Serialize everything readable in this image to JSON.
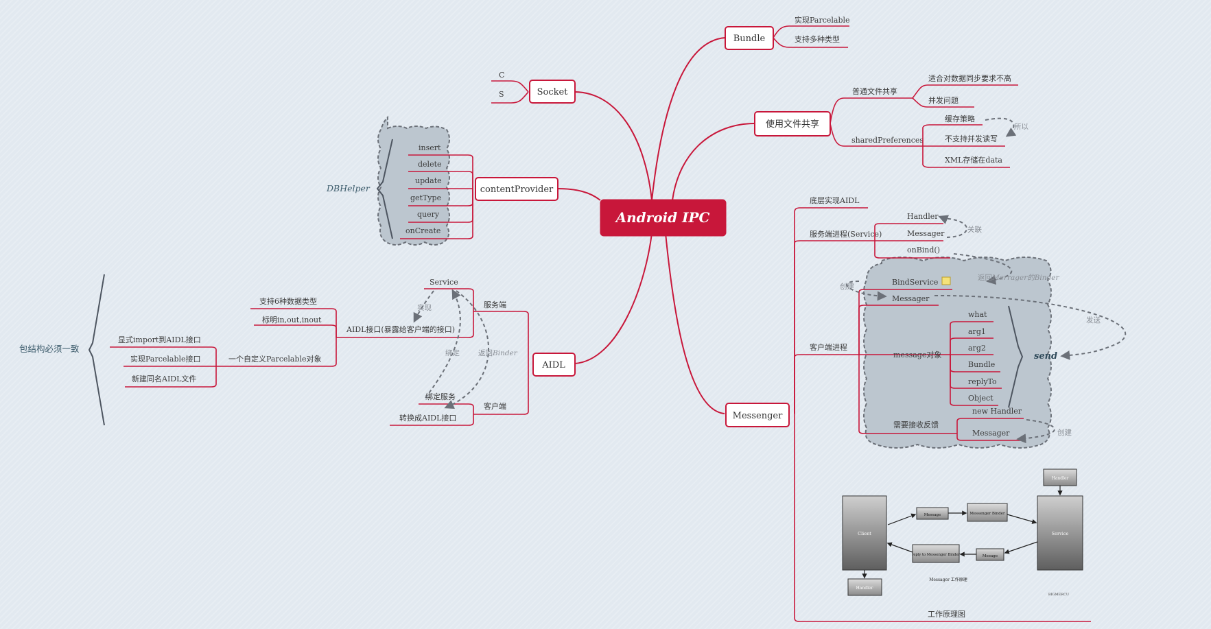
{
  "root": "Android IPC",
  "bundle": {
    "title": "Bundle",
    "items": [
      "实现Parcelable",
      "支持多种类型"
    ]
  },
  "file_share": {
    "title": "使用文件共享",
    "normal": "普通文件共享",
    "normal_items": [
      "适合对数据同步要求不高",
      "并发问题"
    ],
    "sp": "sharedPreferences",
    "sp_items": [
      "缓存策略",
      "不支持并发读写",
      "XML存储在data"
    ],
    "sp_note": "所以"
  },
  "socket": {
    "title": "Socket",
    "items": [
      "C",
      "S"
    ]
  },
  "content_provider": {
    "title": "contentProvider",
    "items": [
      "insert",
      "delete",
      "update",
      "getType",
      "query",
      "onCreate"
    ],
    "brace_label": "DBHelper"
  },
  "aidl": {
    "title": "AIDL",
    "server": "服务端",
    "client": "客户端",
    "service": "Service",
    "interface": "AIDL接口(暴露给客户端的接口)",
    "interface_items": [
      "支持6种数据类型",
      "标明in,out,inout",
      "一个自定义Parcelable对象"
    ],
    "parcelable_items": [
      "显式import到AIDL接口",
      "实现Parcelable接口",
      "新建同名AIDL文件"
    ],
    "brace_label": "包结构必须一致",
    "bind_service": "绑定服务",
    "convert": "转换成AIDL接口",
    "impl_note": "实现",
    "bind_note": "绑定",
    "return_note_a": "返回",
    "return_note_b": "Binder"
  },
  "messenger": {
    "title": "Messenger",
    "bottom_aidl": "底层实现AIDL",
    "server_process": "服务端进程(Service)",
    "server_items": [
      "Handler",
      "Messager",
      "onBind()"
    ],
    "relate_note": "关联",
    "return_note_a": "返回",
    "return_note_b": "Merrager的Binder",
    "client_process": "客户端进程",
    "bind_service": "BindService",
    "messager": "Messager",
    "create_note": "创建",
    "send_note": "发送",
    "message_obj": "message对象",
    "message_items": [
      "what",
      "arg1",
      "arg2",
      "Bundle",
      "replyTo",
      "Object"
    ],
    "send": "send",
    "feedback": "需要接收反馈",
    "feedback_items": [
      "new Handler",
      "Messager"
    ],
    "feedback_note": "创建",
    "principle": "工作原理图",
    "diagram": {
      "client": "Client",
      "service": "Service",
      "handler_top": "Handler",
      "handler_bottom": "Handler",
      "message": "Message",
      "messenger_binder": "Messenger Binder",
      "reply_binder": "reply to Messenger Binder",
      "message2": "Meeage",
      "caption": "Messager 工作原理",
      "brand": "BIGMERCU"
    }
  }
}
